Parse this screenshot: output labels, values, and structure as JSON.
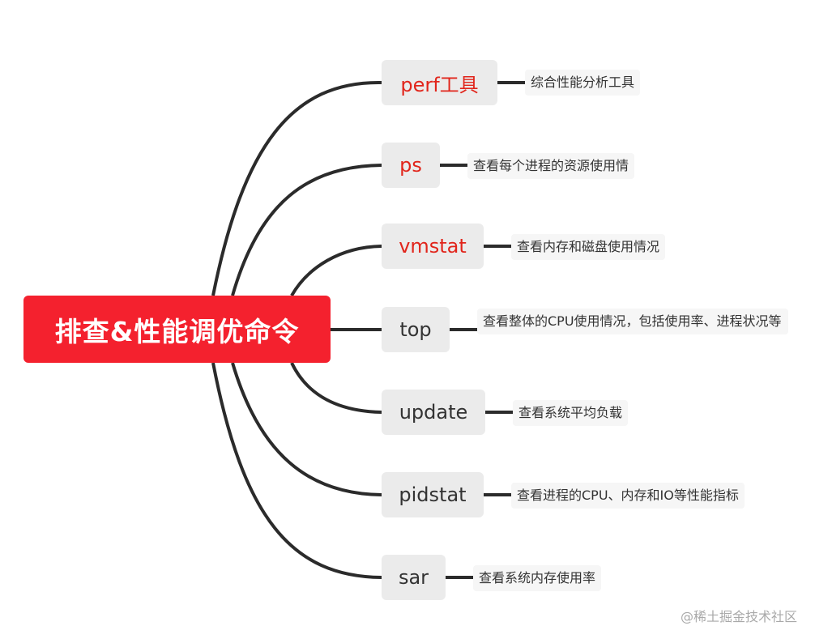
{
  "root": {
    "label": "排查&性能调优命令"
  },
  "branches": [
    {
      "command": "perf工具",
      "description": "综合性能分析工具",
      "highlight": true
    },
    {
      "command": "ps",
      "description": "查看每个进程的资源使用情",
      "highlight": true
    },
    {
      "command": "vmstat",
      "description": "查看内存和磁盘使用情况",
      "highlight": true
    },
    {
      "command": "top",
      "description": "查看整体的CPU使用情况，包括使用率、进程状况等",
      "highlight": false
    },
    {
      "command": "update",
      "description": "查看系统平均负载",
      "highlight": false
    },
    {
      "command": "pidstat",
      "description": "查看进程的CPU、内存和IO等性能指标",
      "highlight": false
    },
    {
      "command": "sar",
      "description": "查看系统内存使用率",
      "highlight": false
    }
  ],
  "watermark": "@稀土掘金技术社区",
  "colors": {
    "root_bg": "#f4212e",
    "root_text": "#ffffff",
    "highlight_text": "#e1251b",
    "node_bg": "#ebebeb",
    "desc_bg": "#f6f6f6",
    "line": "#2b2b2b"
  }
}
